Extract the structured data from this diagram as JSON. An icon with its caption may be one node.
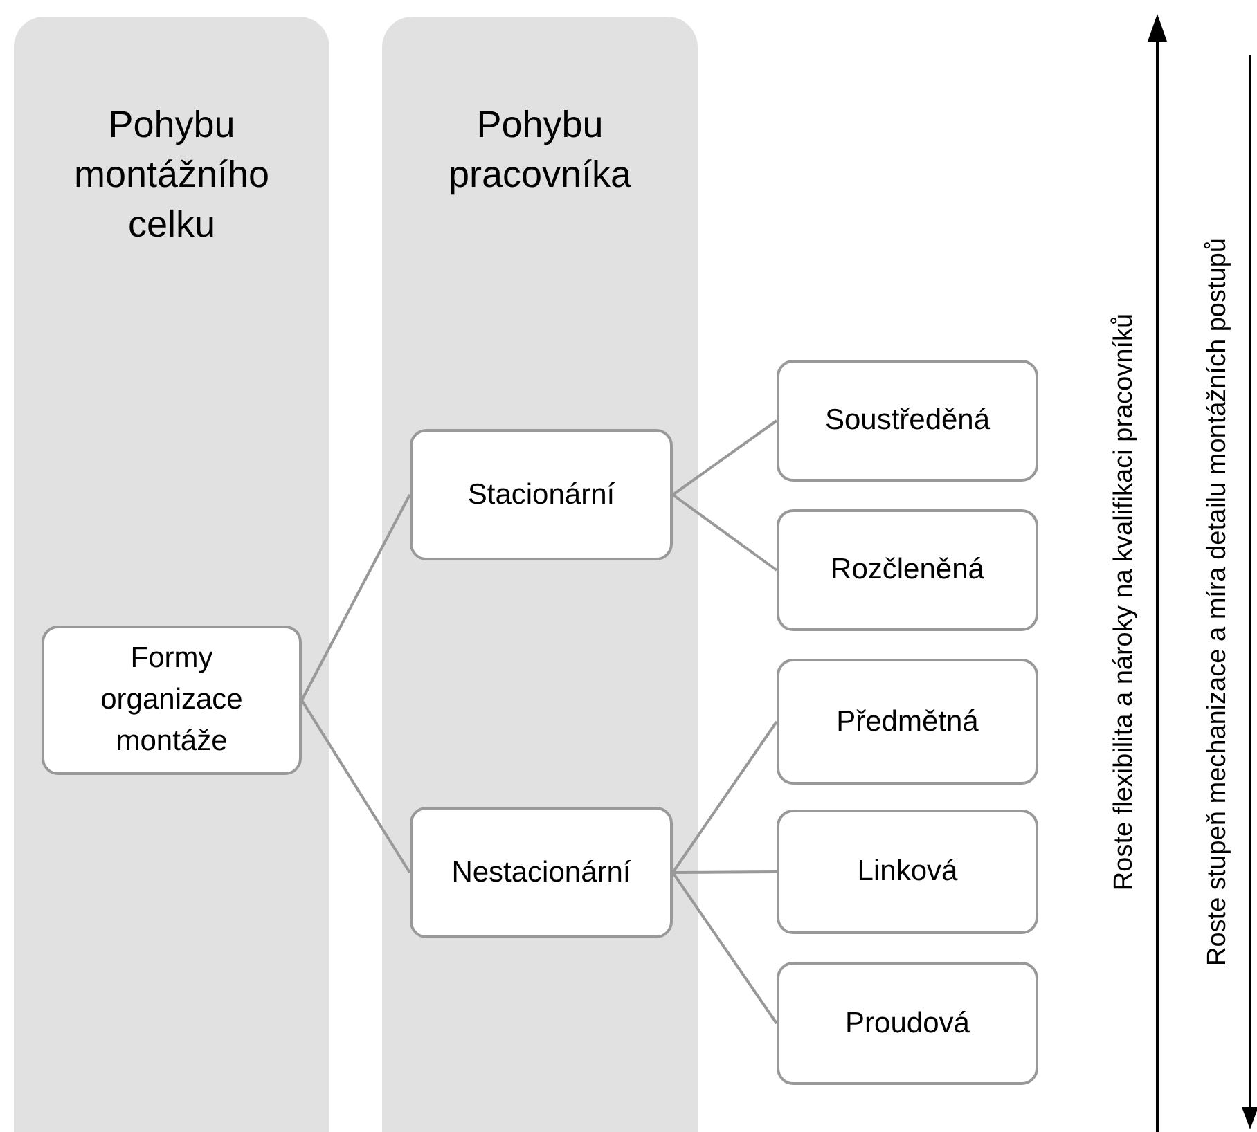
{
  "diagram": {
    "nodes": [
      {
        "text": [
          "Pohybu montážního celku"
        ]
      },
      {
        "text": [
          "Pohybu pracovníka"
        ]
      },
      {
        "text": [
          "Formy organizace montáže"
        ],
        "in": 0
      },
      {
        "text": [
          "Stacionární"
        ],
        "in": 1
      },
      {
        "text": [
          "Nestacionární"
        ],
        "in": 1
      },
      {
        "text": [
          "Soustředěná"
        ]
      },
      {
        "text": [
          "Rozčleněná"
        ]
      },
      {
        "text": [
          "Předmětná"
        ]
      },
      {
        "text": [
          "Linková"
        ]
      },
      {
        "text": [
          "Proudová"
        ]
      }
    ],
    "edges": [
      {
        "from": 2,
        "to": 3,
        "arrow": "none"
      },
      {
        "from": 2,
        "to": 4,
        "arrow": "none"
      },
      {
        "from": 3,
        "to": 5,
        "arrow": "none"
      },
      {
        "from": 3,
        "to": 6,
        "arrow": "none"
      },
      {
        "from": 4,
        "to": 7,
        "arrow": "none"
      },
      {
        "from": 4,
        "to": 8,
        "arrow": "none"
      },
      {
        "from": 4,
        "to": 9,
        "arrow": "none"
      }
    ],
    "labels": [
      "Roste flexibilita a nároky na kvalifikaci pracovníků",
      "Roste stupeň mechanizace a míra detailu montážních postupů"
    ]
  }
}
